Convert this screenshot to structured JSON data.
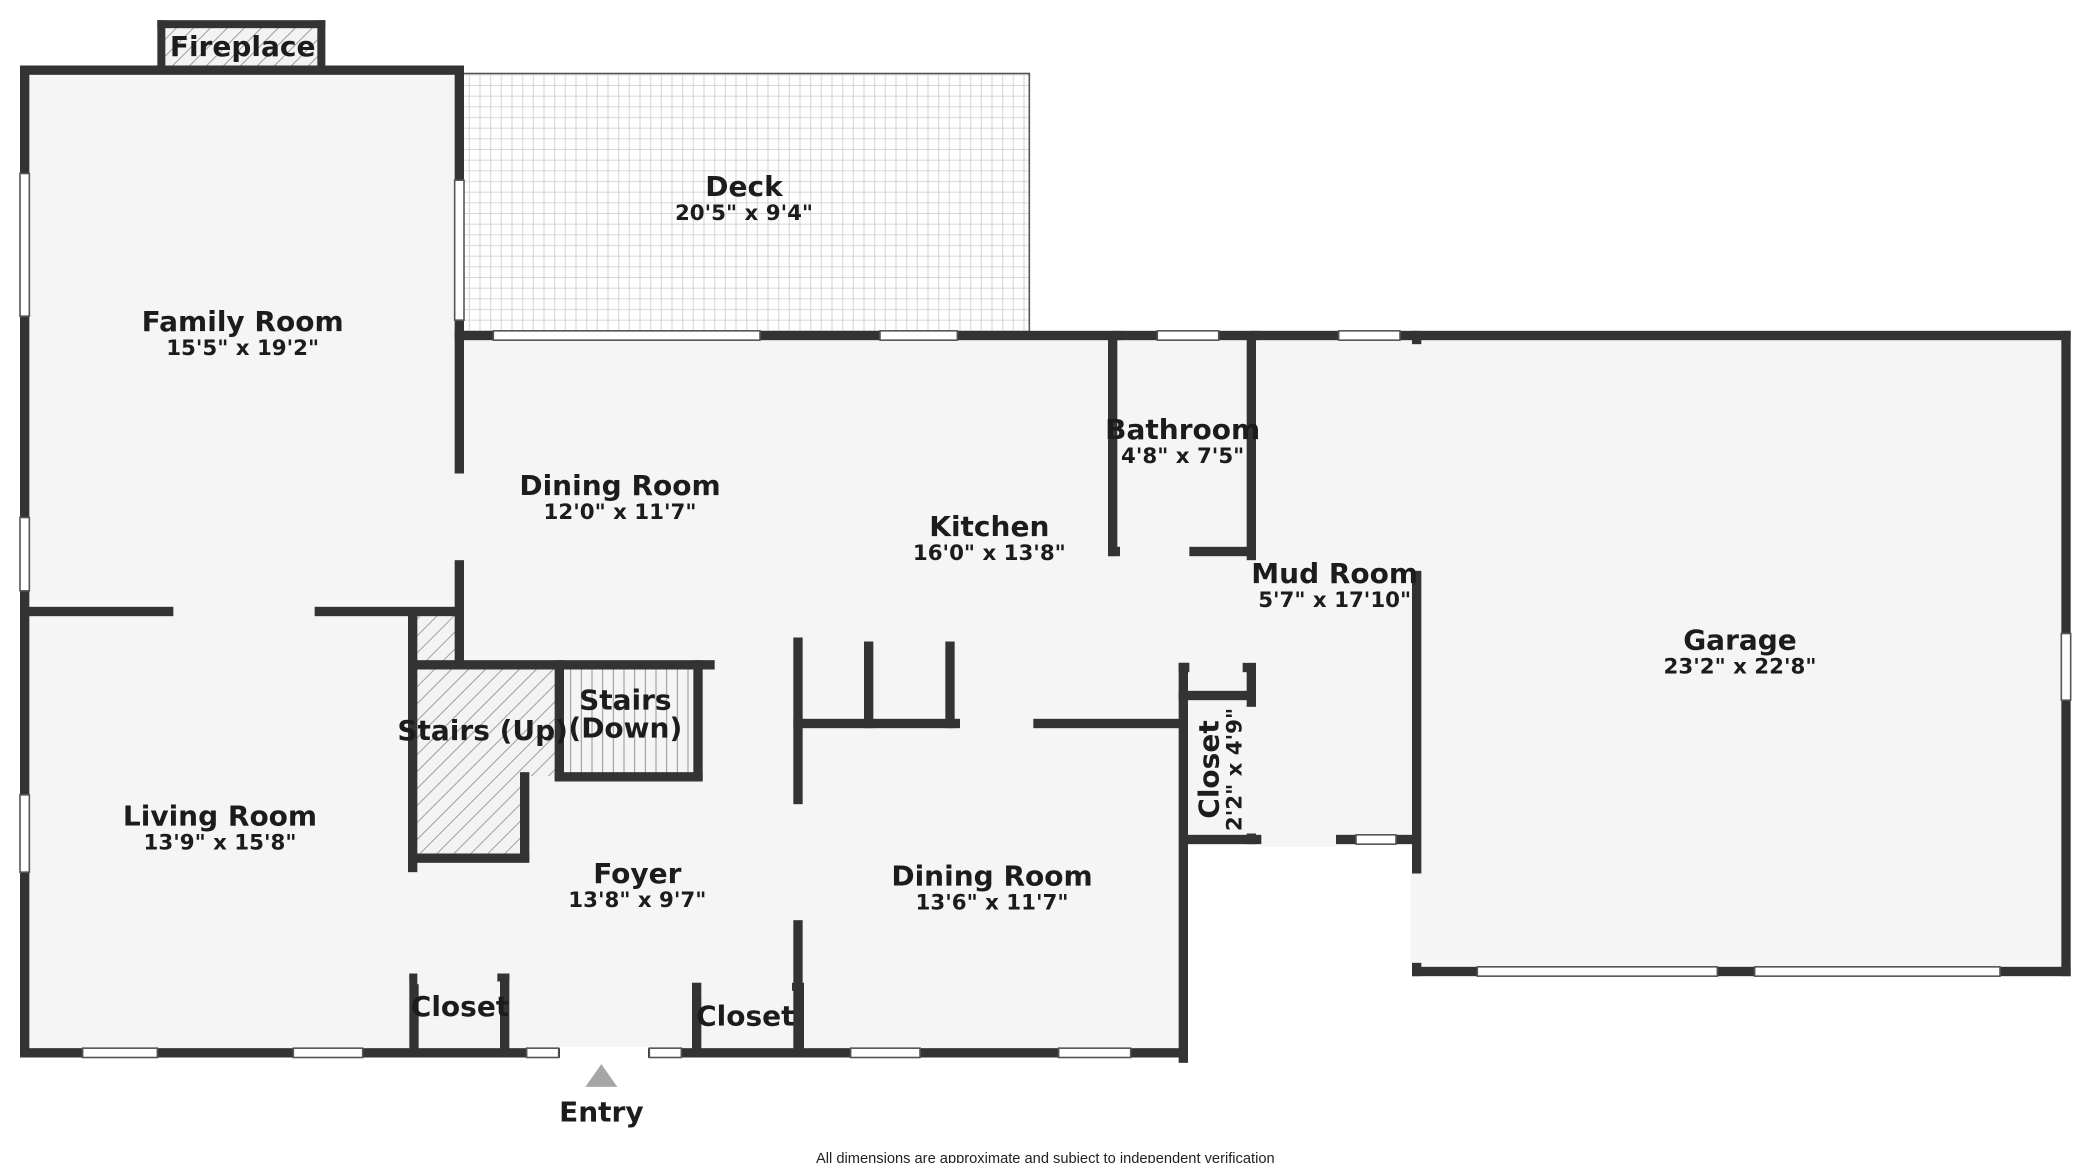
{
  "rooms": {
    "family_room": {
      "name": "Family Room",
      "dim": "15'5\" x 19'2\""
    },
    "deck": {
      "name": "Deck",
      "dim": "20'5\" x 9'4\""
    },
    "dining_room_upper": {
      "name": "Dining Room",
      "dim": "12'0\" x 11'7\""
    },
    "kitchen": {
      "name": "Kitchen",
      "dim": "16'0\" x 13'8\""
    },
    "bathroom": {
      "name": "Bathroom",
      "dim": "4'8\" x 7'5\""
    },
    "mud_room": {
      "name": "Mud Room",
      "dim": "5'7\" x 17'10\""
    },
    "garage": {
      "name": "Garage",
      "dim": "23'2\" x 22'8\""
    },
    "living_room": {
      "name": "Living Room",
      "dim": "13'9\" x 15'8\""
    },
    "stairs_up": {
      "name": "Stairs (Up)"
    },
    "stairs_down": {
      "line1": "Stairs",
      "line2": "(Down)"
    },
    "foyer": {
      "name": "Foyer",
      "dim": "13'8\" x 9'7\""
    },
    "dining_room_lower": {
      "name": "Dining Room",
      "dim": "13'6\" x 11'7\""
    },
    "closet_side": {
      "name": "Closet",
      "dim": "2'2\" x 4'9\""
    },
    "closet_left": {
      "name": "Closet"
    },
    "closet_right": {
      "name": "Closet"
    },
    "fireplace": {
      "name": "Fireplace"
    }
  },
  "entry_label": "Entry",
  "footnote": "All dimensions are approximate and subject to independent verification",
  "colors": {
    "wall": "#333333",
    "floor": "#f5f5f5",
    "background": "#ffffff"
  }
}
